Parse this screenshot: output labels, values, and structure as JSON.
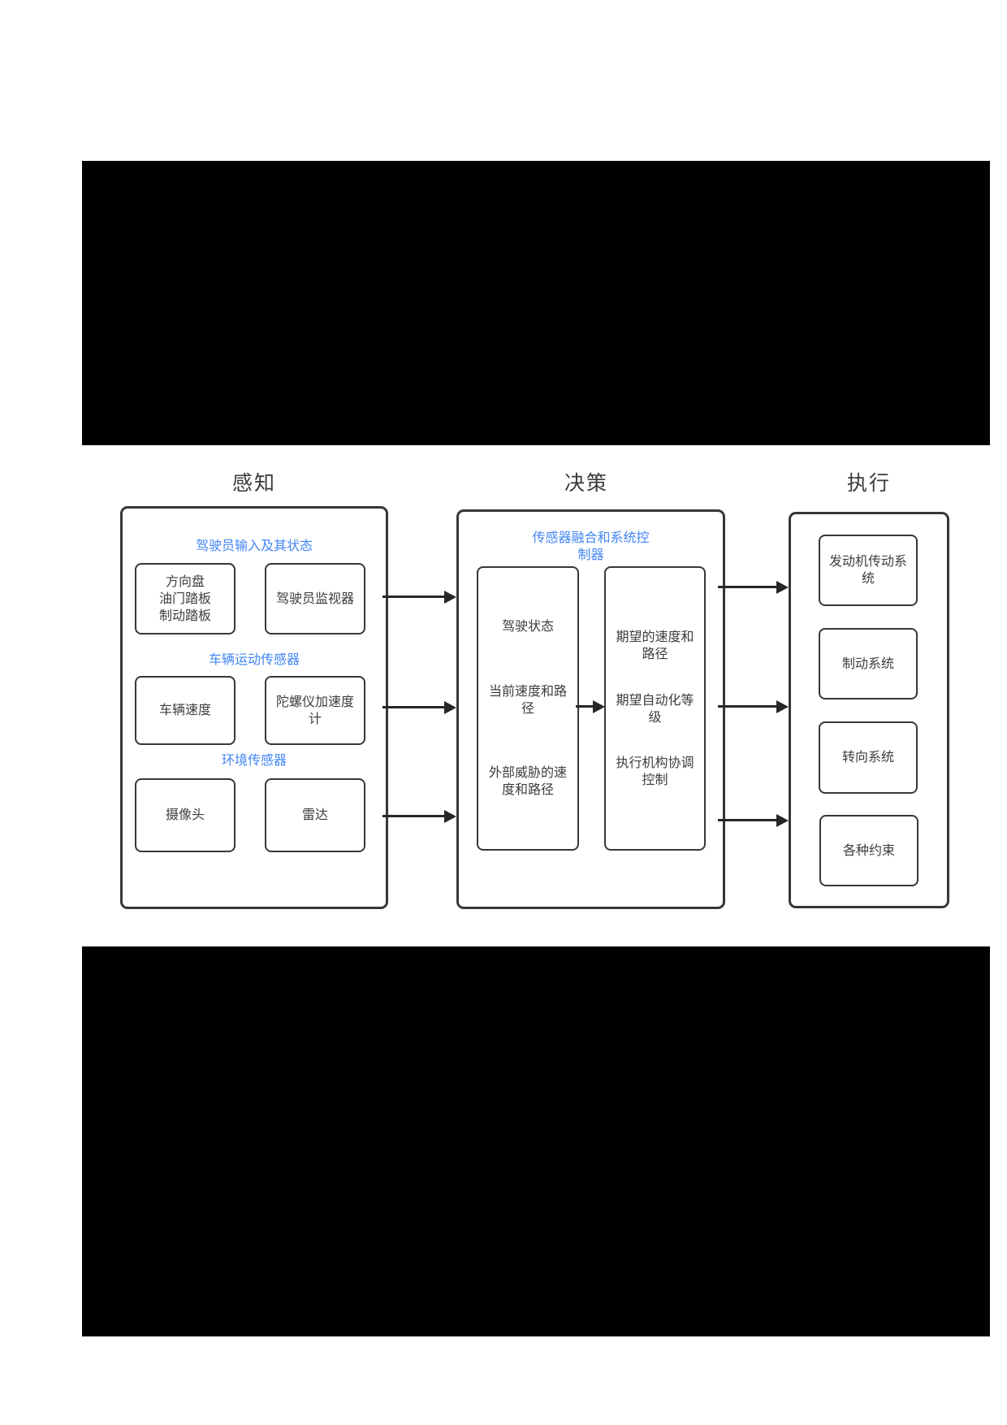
{
  "titles": {
    "perception": "感知",
    "decision": "决策",
    "execution": "执行"
  },
  "perception": {
    "groups": [
      {
        "label": "驾驶员输入及其状态",
        "boxes": [
          "方向盘\n油门踏板\n制动踏板",
          "驾驶员监视器"
        ]
      },
      {
        "label": "车辆运动传感器",
        "boxes": [
          "车辆速度",
          "陀螺仪加速度\n计"
        ]
      },
      {
        "label": "环境传感器",
        "boxes": [
          "摄像头",
          "雷达"
        ]
      }
    ]
  },
  "decision": {
    "label": "传感器融合和系统控\n制器",
    "state_items": [
      "驾驶状态",
      "当前速度和路\n径",
      "外部威胁的速\n度和路径"
    ],
    "target_items": [
      "期望的速度和\n路径",
      "期望自动化等\n级",
      "执行机构协调\n控制"
    ]
  },
  "execution": {
    "boxes": [
      "发动机传动系\n统",
      "制动系统",
      "转向系统",
      "各种约束"
    ]
  },
  "colors": {
    "accent_blue": "#4285f4",
    "line_dark": "#373737",
    "redacted_block": "#000000"
  }
}
